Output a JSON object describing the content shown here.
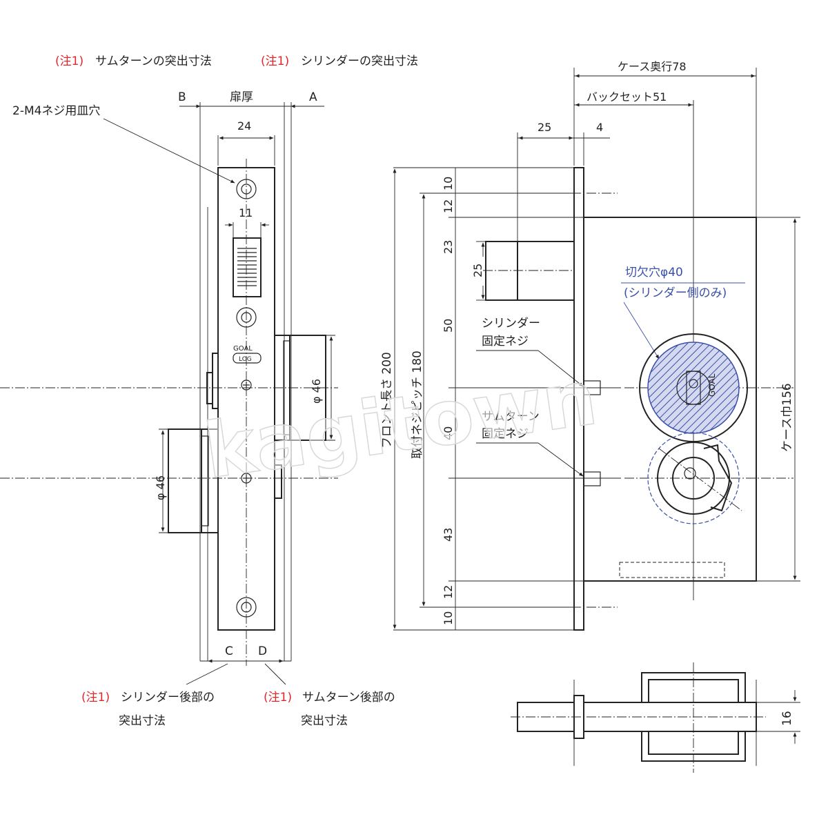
{
  "left_view": {
    "note_prefix": "(注1)",
    "note_b": "サムターンの突出寸法",
    "note_a": "シリンダーの突出寸法",
    "label_b": "B",
    "label_a": "A",
    "door_thickness": "扉厚",
    "screw_hole": "2-M4ネジ用皿穴",
    "width_24": "24",
    "width_11": "11",
    "dia_46_right": "φ 46",
    "dia_46_left": "φ 46",
    "label_c": "C",
    "label_d": "D",
    "note_c_line1": "シリンダー後部の",
    "note_c_line2": "突出寸法",
    "note_d_line1": "サムターン後部の",
    "note_d_line2": "突出寸法",
    "faceplate_mark1": "GOAL",
    "faceplate_mark2": "LOG"
  },
  "right_view": {
    "case_depth": "ケース奥行78",
    "backset": "バックセット51",
    "dim_25_top": "25",
    "dim_4": "4",
    "front_length": "フロント長さ 200",
    "screw_pitch": "取付ネジピッチ 180",
    "v10_top": "10",
    "v12_top": "12",
    "v23": "23",
    "v25": "25",
    "v50": "50",
    "v40": "40",
    "v43": "43",
    "v12_bottom": "12",
    "v10_bottom": "10",
    "cutout_line1": "切欠穴φ40",
    "cutout_line2": "(シリンダー側のみ)",
    "cyl_screw_line1": "シリンダー",
    "cyl_screw_line2": "固定ネジ",
    "thumb_screw_line1": "サムターン",
    "thumb_screw_line2": "固定ネジ",
    "case_width": "ケース巾156",
    "hub_label": "GOAL"
  },
  "bottom_view": {
    "dim_16": "16"
  },
  "watermark": "kagitown",
  "colors": {
    "note_red": "#e0262b",
    "accent_blue": "#3a4fa8",
    "line": "#222222"
  }
}
